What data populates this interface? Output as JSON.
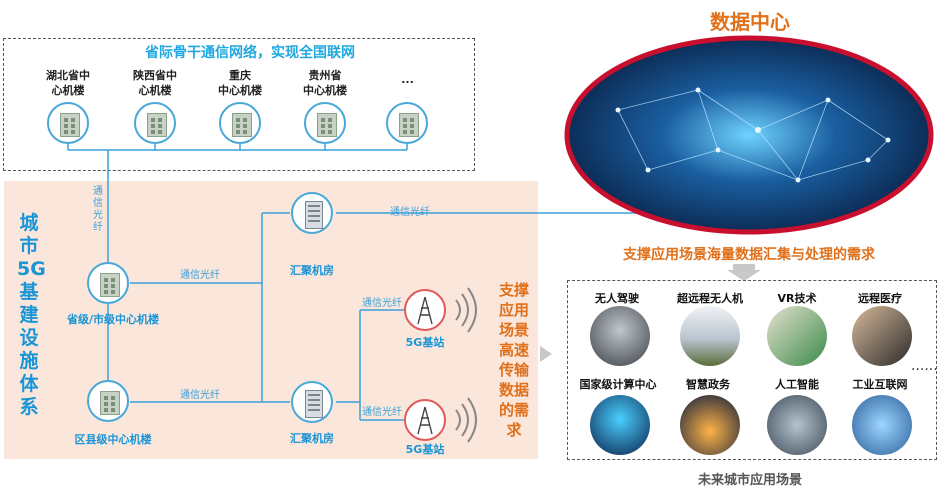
{
  "top": {
    "title": "省际骨干通信网络，实现全国联网",
    "nodes": [
      {
        "label": "湖北省中\n心机楼"
      },
      {
        "label": "陕西省中\n心机楼"
      },
      {
        "label": "重庆\n中心机楼"
      },
      {
        "label": "贵州省\n中心机楼"
      },
      {
        "label": "..."
      }
    ]
  },
  "city": {
    "vertical_title": "城市5G基建设施体系",
    "provincial_node": "省级/市级中心机楼",
    "district_node": "区县级中心机楼",
    "aggregation_top": "汇聚机房",
    "aggregation_bottom": "汇聚机房",
    "base_station_top": "5G基站",
    "base_station_bottom": "5G基站",
    "fiber_label": "通信光纤",
    "fiber_vertical": "通信光纤"
  },
  "datacenter": {
    "title": "数据中心",
    "fiber_label": "通信光纤",
    "support_text": "支撑应用场景海量数据汇集与处理的需求"
  },
  "middle": {
    "support_vertical": "支撑应用场景高速传输数据的需求"
  },
  "apps": {
    "row1": [
      "无人驾驶",
      "超远程无人机",
      "VR技术",
      "远程医疗"
    ],
    "row2": [
      "国家级计算中心",
      "智慧政务",
      "人工智能",
      "工业互联网"
    ],
    "more": "......",
    "footer": "未来城市应用场景"
  }
}
